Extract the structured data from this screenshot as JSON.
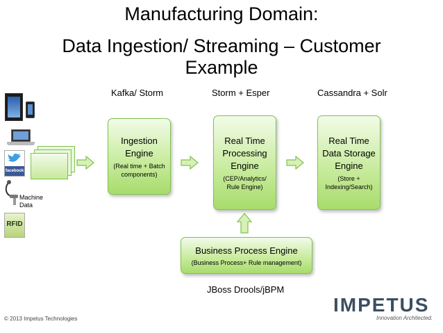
{
  "title": {
    "line1": "Manufacturing Domain:",
    "line2": "Data Ingestion/ Streaming – Customer",
    "line3": "Example"
  },
  "tech_labels": {
    "ingestion": "Kafka/ Storm",
    "processing": "Storm + Esper",
    "storage": "Cassandra + Solr",
    "business": "JBoss Drools/jBPM"
  },
  "sources": {
    "facebook": "facebook",
    "machine_data": "Machine\nData",
    "rfid": "RFID"
  },
  "boxes": {
    "ingestion": {
      "main": "Ingestion Engine",
      "sub": "(Real time + Batch components)"
    },
    "processing": {
      "main": "Real Time Processing Engine",
      "sub": "(CEP/Analytics/ Rule Engine)"
    },
    "storage": {
      "main": "Real Time Data Storage Engine",
      "sub": "(Store + Indexing/Search)"
    },
    "business": {
      "main": "Business Process Engine",
      "sub": "(Business Process+ Rule management)"
    }
  },
  "footer": {
    "copyright": "© 2013 Impetus Technologies",
    "logo": "IMPETUS",
    "tagline": "Innovation Architected."
  },
  "colors": {
    "box_border": "#7fc24d",
    "box_fill": "#c9ec9f",
    "arrow_fill": "#d8f0b8",
    "arrow_stroke": "#7fc24d",
    "logo": "#3c4f62"
  }
}
